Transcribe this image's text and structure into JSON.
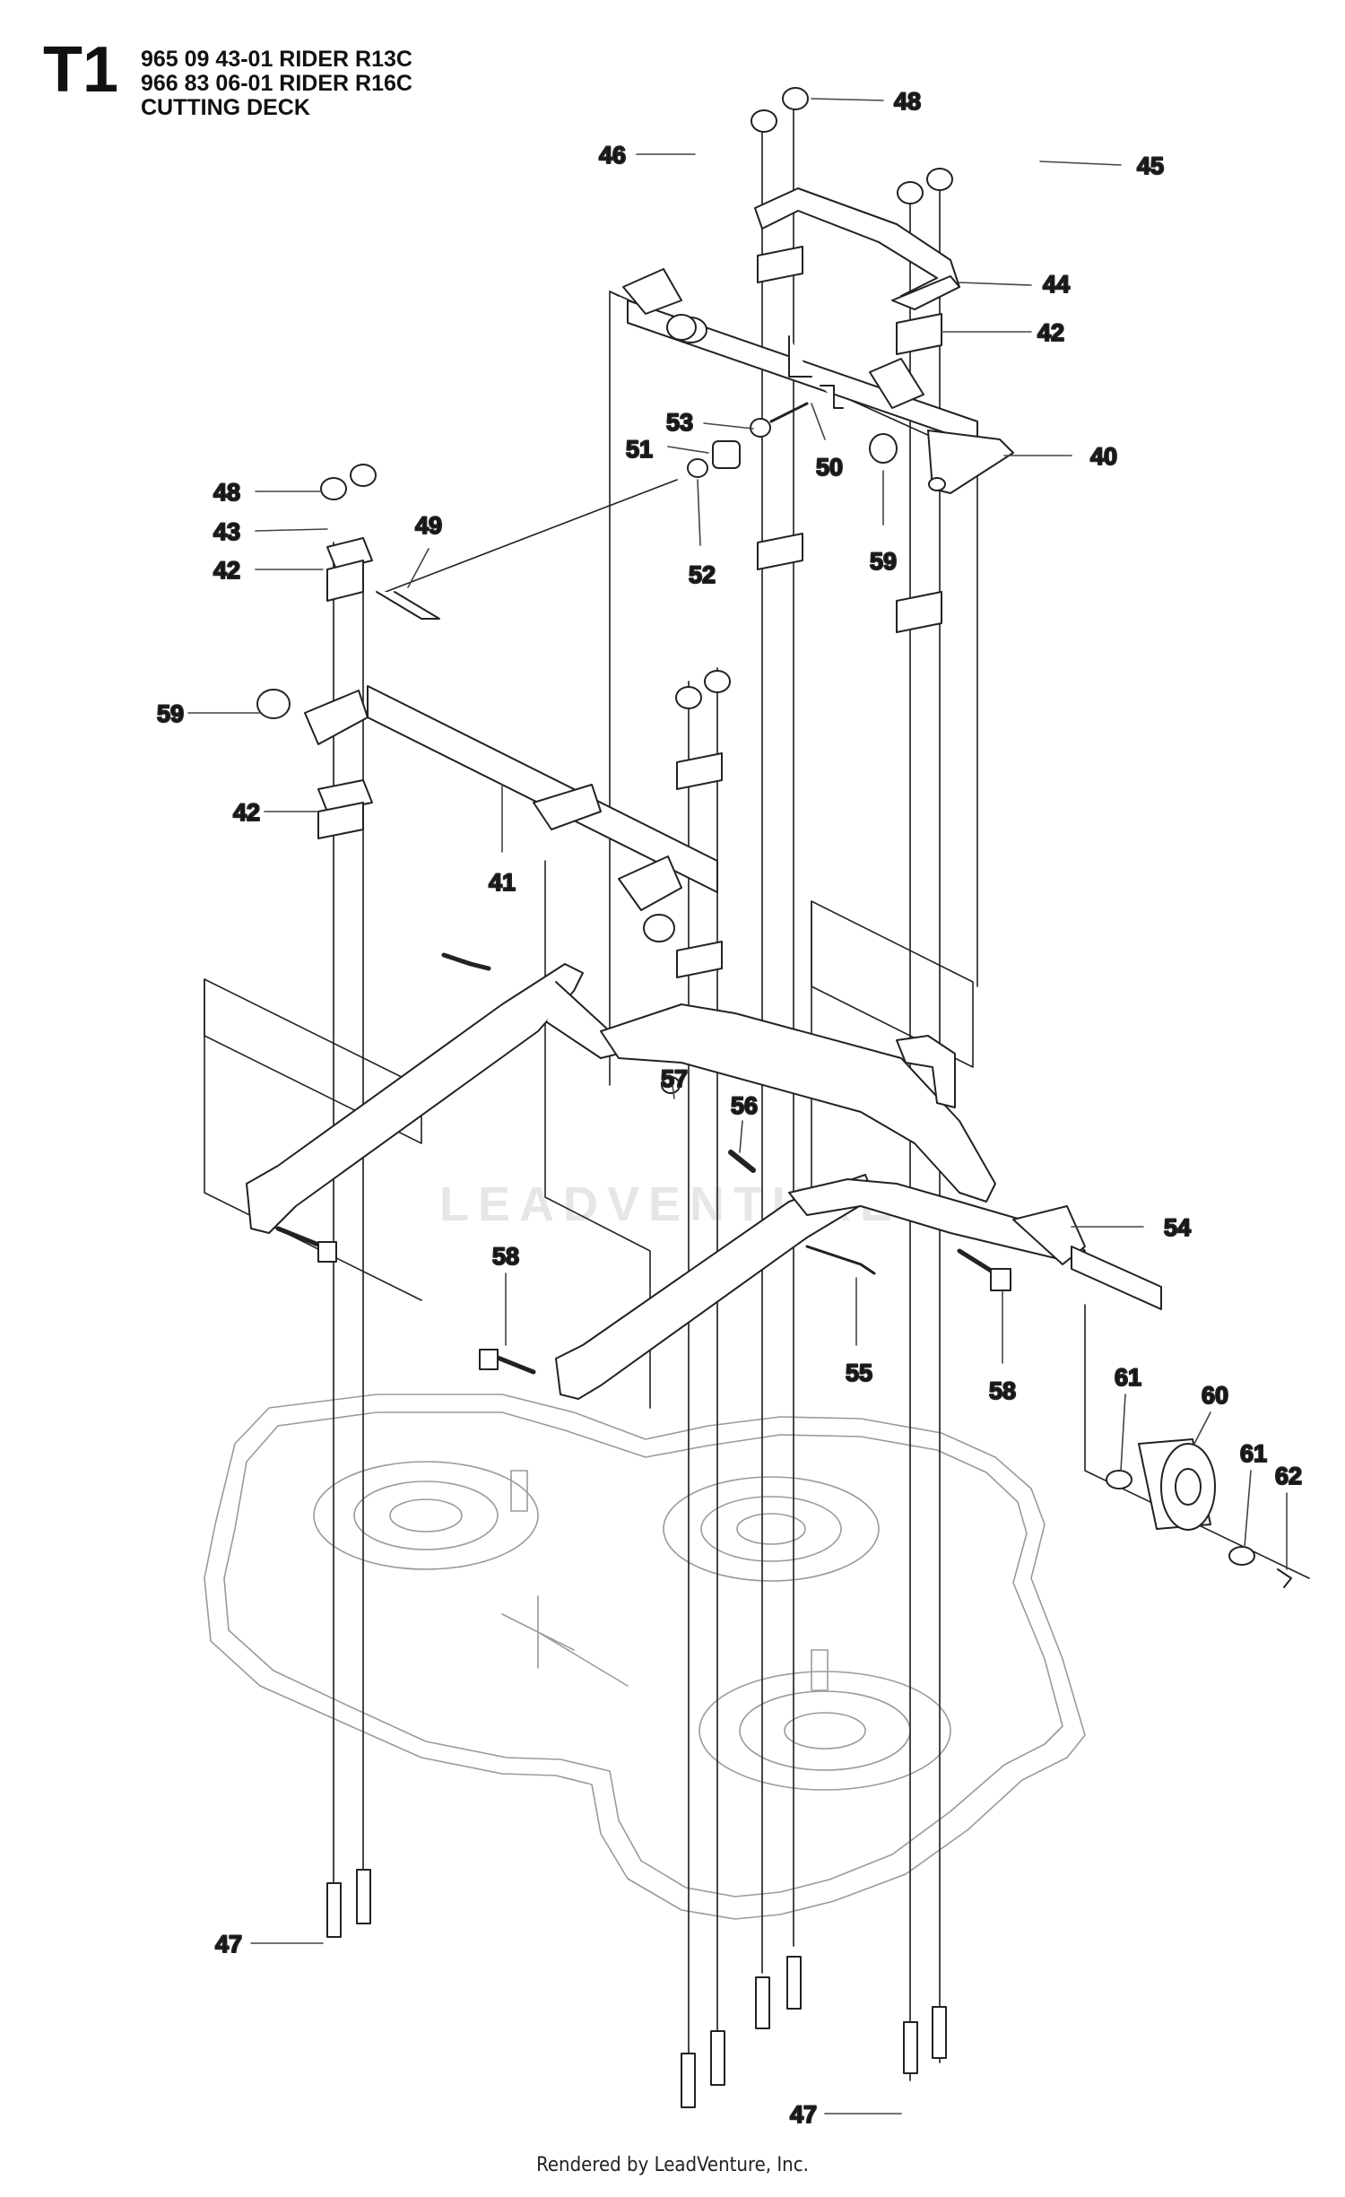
{
  "header": {
    "code": "T1",
    "lines": [
      "965 09 43-01 RIDER R13C",
      "966 83 06-01 RIDER R16C",
      "CUTTING DECK"
    ]
  },
  "watermark": "LEADVENTURE",
  "footer": "Rendered by LeadVenture, Inc.",
  "callouts": [
    "48",
    "46",
    "45",
    "44",
    "42",
    "53",
    "51",
    "50",
    "40",
    "48",
    "43",
    "42",
    "49",
    "52",
    "59",
    "59",
    "42",
    "41",
    "57",
    "56",
    "54",
    "58",
    "55",
    "58",
    "61",
    "60",
    "61",
    "62",
    "47",
    "47"
  ],
  "colors": {
    "line": "#222222",
    "fill": "#ffffff",
    "leader": "#444444"
  }
}
